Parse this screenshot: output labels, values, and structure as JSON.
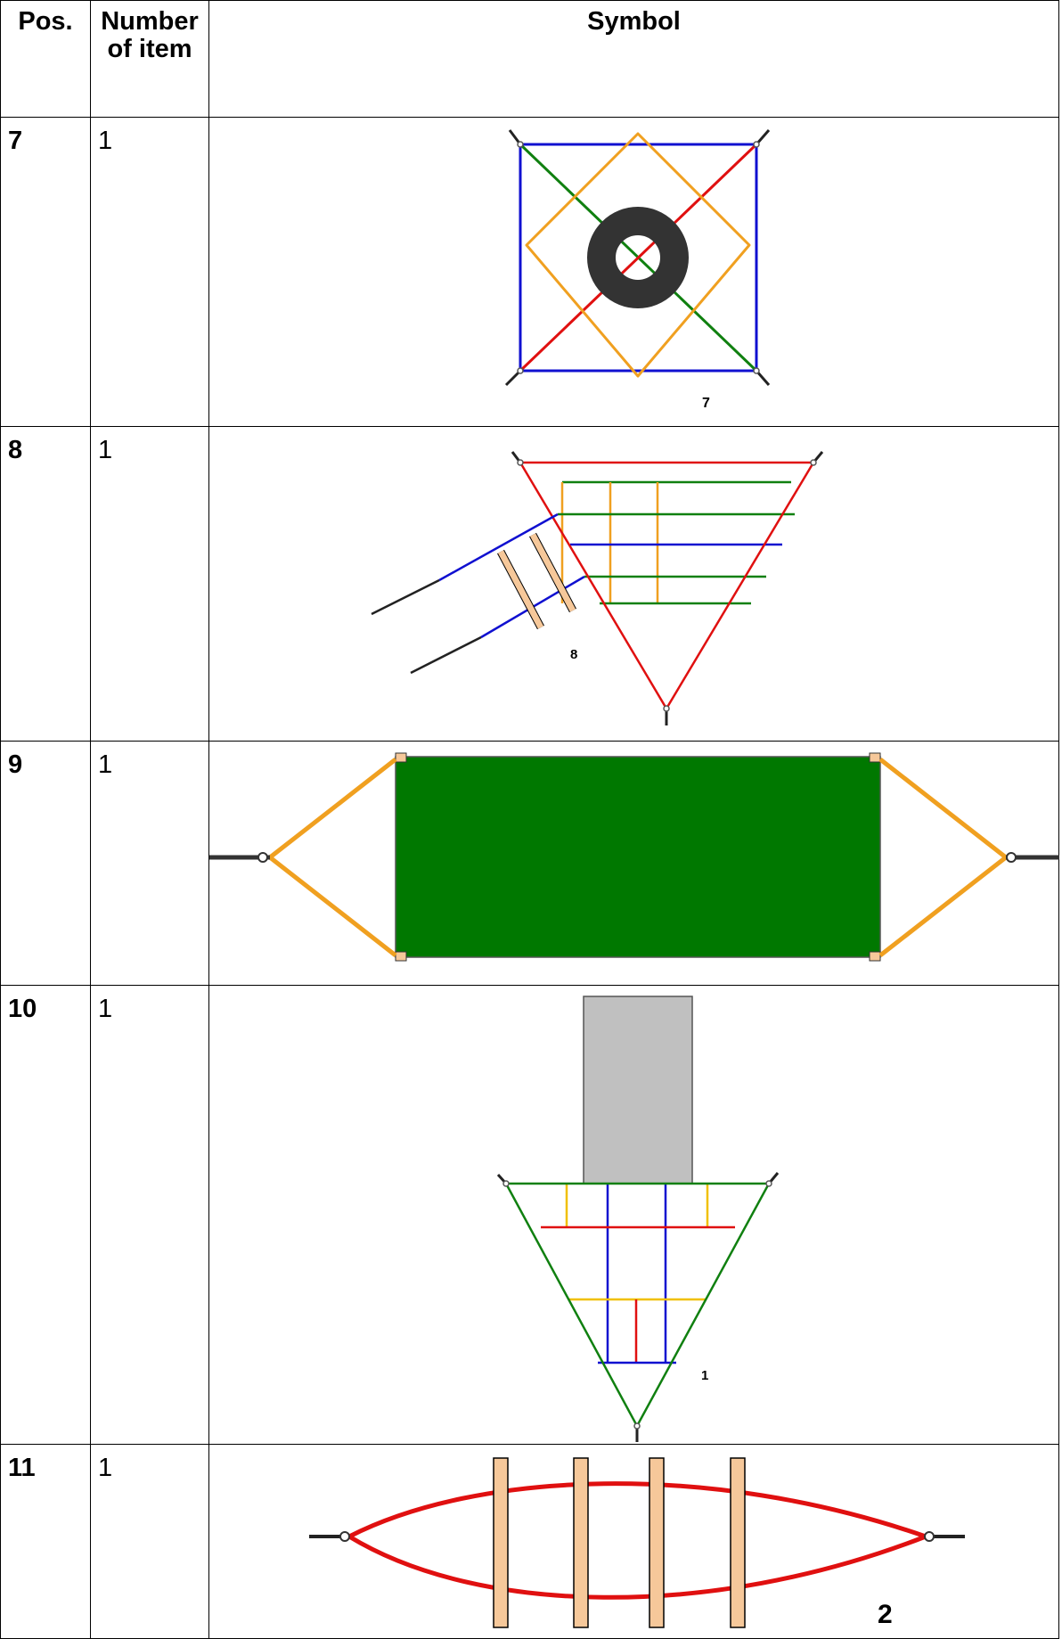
{
  "table": {
    "headers": {
      "pos": "Pos.",
      "count": "Number of item",
      "symbol": "Symbol"
    },
    "rows": [
      {
        "pos": "7",
        "count": "1",
        "label": "7"
      },
      {
        "pos": "8",
        "count": "1",
        "label": "8"
      },
      {
        "pos": "9",
        "count": "1",
        "label": ""
      },
      {
        "pos": "10",
        "count": "1",
        "label": "1"
      },
      {
        "pos": "11",
        "count": "1",
        "label": "2"
      }
    ]
  },
  "colors": {
    "blue": "#1010d0",
    "red": "#e01010",
    "green": "#108010",
    "orange": "#f0a020",
    "tyre": "#333333",
    "plank": "#f6c89a",
    "panel": "#007800",
    "block": "#c0c0c0"
  }
}
